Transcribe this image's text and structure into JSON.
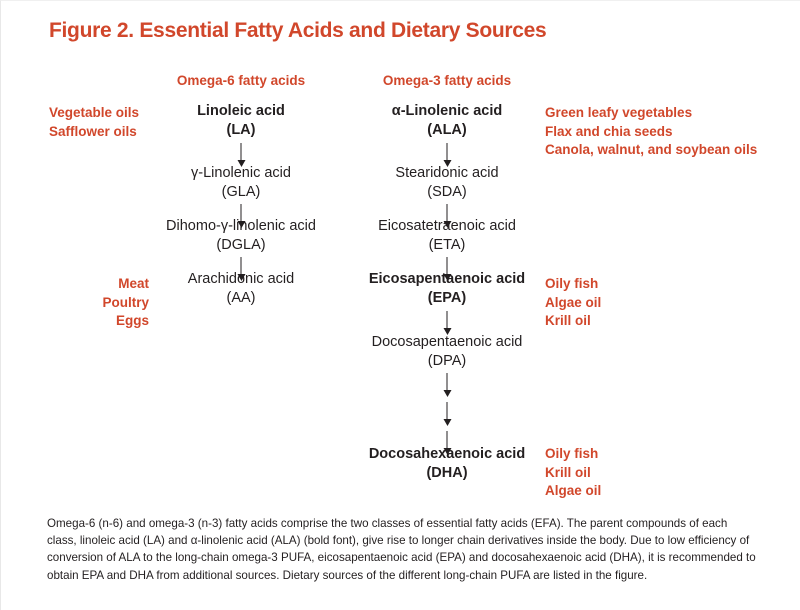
{
  "figure": {
    "title": "Figure 2. Essential Fatty Acids and Dietary Sources",
    "title_color": "#d1472b",
    "text_color": "#231f20",
    "background": "#ffffff"
  },
  "columns": {
    "omega6_header": "Omega-6 fatty acids",
    "omega3_header": "Omega-3 fatty acids"
  },
  "omega6_pathway": [
    {
      "name": "Linoleic acid",
      "abbr": "(LA)",
      "bold": true
    },
    {
      "name": "γ-Linolenic acid",
      "abbr": "(GLA)",
      "bold": false
    },
    {
      "name": "Dihomo-γ-linolenic acid",
      "abbr": "(DGLA)",
      "bold": false
    },
    {
      "name": "Arachidonic acid",
      "abbr": "(AA)",
      "bold": false
    }
  ],
  "omega3_pathway": [
    {
      "name": "α-Linolenic acid",
      "abbr": "(ALA)",
      "bold": true
    },
    {
      "name": "Stearidonic acid",
      "abbr": "(SDA)",
      "bold": false
    },
    {
      "name": "Eicosatetraenoic acid",
      "abbr": "(ETA)",
      "bold": false
    },
    {
      "name": "Eicosapentaenoic acid",
      "abbr": "(EPA)",
      "bold": true
    },
    {
      "name": "Docosapentaenoic acid",
      "abbr": "(DPA)",
      "bold": false
    },
    {
      "name": "Docosahexaenoic acid",
      "abbr": "(DHA)",
      "bold": true
    }
  ],
  "sources": {
    "la_left": [
      "Vegetable oils",
      "Safflower oils"
    ],
    "aa_left": [
      "Meat",
      "Poultry",
      "Eggs"
    ],
    "ala_right": [
      "Green leafy vegetables",
      "Flax and chia seeds",
      "Canola, walnut, and soybean oils"
    ],
    "epa_right": [
      "Oily fish",
      "Algae oil",
      "Krill oil"
    ],
    "dha_right": [
      "Oily fish",
      "Krill oil",
      "Algae oil"
    ]
  },
  "caption": "Omega-6 (n-6) and omega-3 (n-3) fatty acids comprise the two classes of essential fatty acids (EFA). The parent compounds of each class, linoleic acid (LA) and α-linolenic acid (ALA) (bold font), give rise to longer chain derivatives inside the body. Due to low efficiency of conversion of ALA to the long-chain omega-3 PUFA, eicosapentaenoic acid (EPA) and docosahexaenoic acid (DHA), it is recommended to obtain EPA and DHA from additional sources. Dietary sources of the different long-chain PUFA are listed in the figure."
}
